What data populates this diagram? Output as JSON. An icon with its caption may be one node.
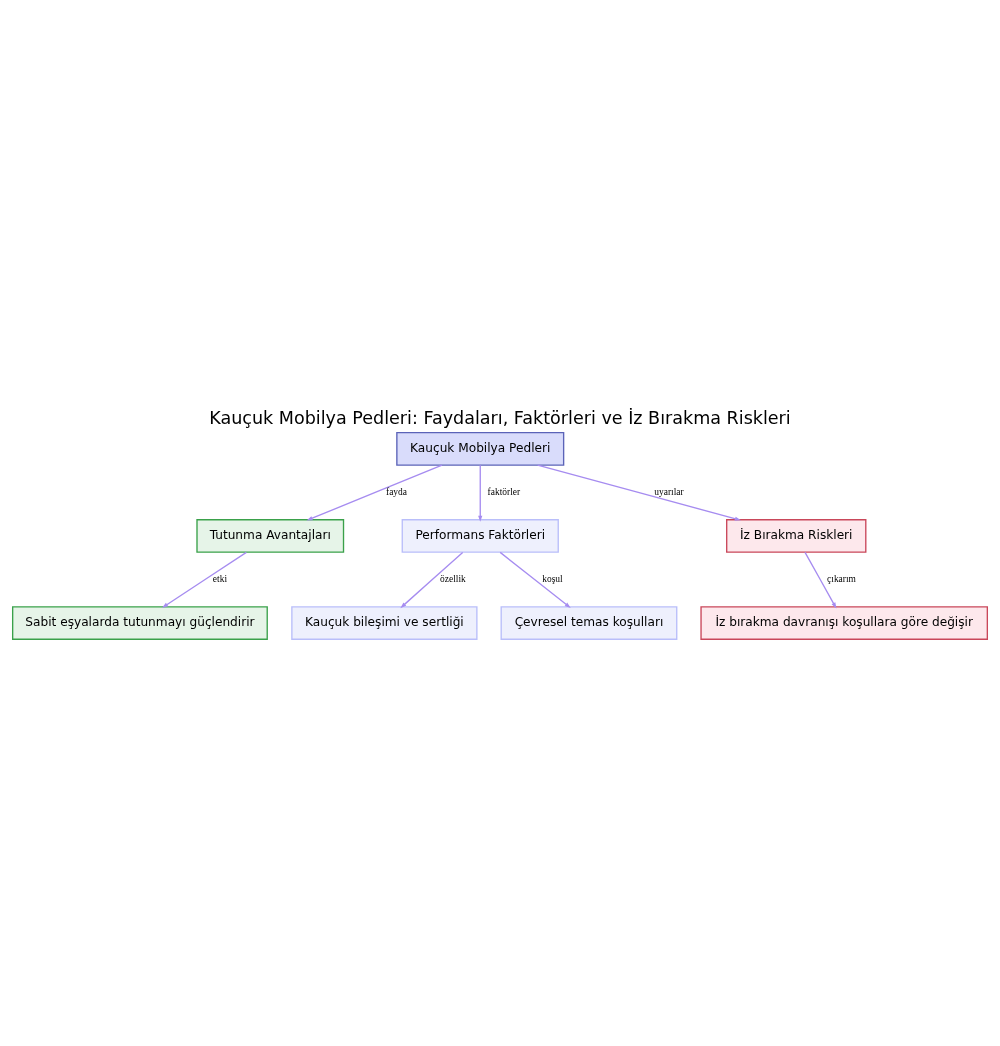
{
  "diagram": {
    "title": "Kauçuk Mobilya Pedleri: Faydaları, Faktörleri ve İz Bırakma Riskleri",
    "nodes": [
      {
        "text": [
          "Kauçuk Mobilya Pedleri"
        ]
      },
      {
        "text": [
          "Tutunma Avantajları"
        ]
      },
      {
        "text": [
          "Performans Faktörleri"
        ]
      },
      {
        "text": [
          "İz Bırakma Riskleri"
        ]
      },
      {
        "text": [
          "Sabit eşyalarda tutunmayı güçlendirir"
        ]
      },
      {
        "text": [
          "Kauçuk bileşimi ve sertliği"
        ]
      },
      {
        "text": [
          "Çevresel temas koşulları"
        ]
      },
      {
        "text": [
          "İz bırakma davranışı koşullara göre değişir"
        ]
      }
    ],
    "edges": [
      {
        "from": 0,
        "to": 1,
        "arrow": "to",
        "label": "fayda"
      },
      {
        "from": 0,
        "to": 2,
        "arrow": "to",
        "label": "faktörler"
      },
      {
        "from": 0,
        "to": 3,
        "arrow": "to",
        "label": "uyarılar"
      },
      {
        "from": 1,
        "to": 4,
        "arrow": "to",
        "label": "etki"
      },
      {
        "from": 2,
        "to": 5,
        "arrow": "to",
        "label": "özellik"
      },
      {
        "from": 2,
        "to": 6,
        "arrow": "to",
        "label": "koşul"
      },
      {
        "from": 3,
        "to": 7,
        "arrow": "to",
        "label": "çıkarım"
      }
    ]
  }
}
